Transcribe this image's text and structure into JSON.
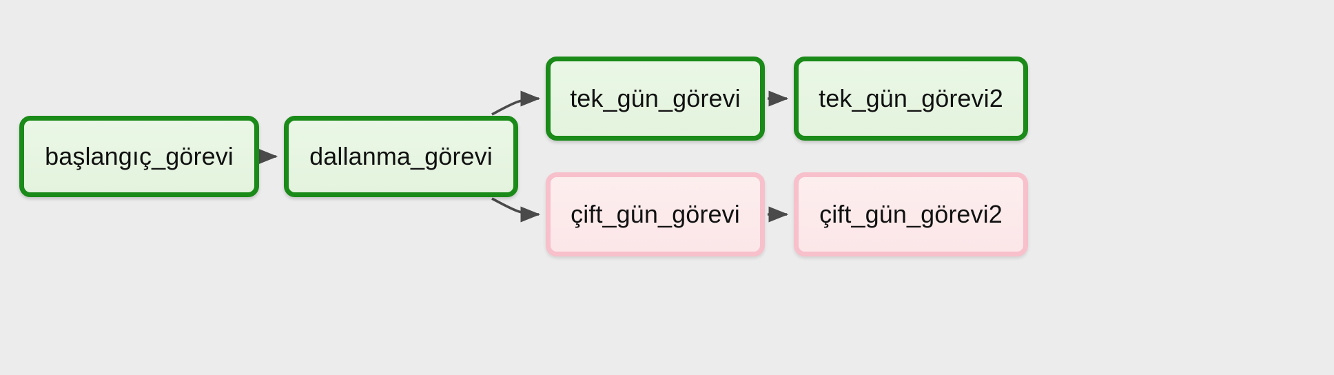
{
  "diagram": {
    "type": "flowchart",
    "direction": "left-to-right",
    "background_color": "#ececec",
    "nodes": [
      {
        "id": "baslangic_gorevi",
        "label": "başlangıç_görevi",
        "status": "success",
        "fill_color": "#e6f4e1",
        "border_color": "#1a8a18",
        "text_color": "#111111"
      },
      {
        "id": "dallanma_gorevi",
        "label": "dallanma_görevi",
        "status": "success",
        "fill_color": "#e6f4e1",
        "border_color": "#1a8a18",
        "text_color": "#111111"
      },
      {
        "id": "tek_gun_gorevi",
        "label": "tek_gün_görevi",
        "status": "success",
        "fill_color": "#e6f4e1",
        "border_color": "#1a8a18",
        "text_color": "#111111"
      },
      {
        "id": "tek_gun_gorevi2",
        "label": "tek_gün_görevi2",
        "status": "success",
        "fill_color": "#e6f4e1",
        "border_color": "#1a8a18",
        "text_color": "#111111"
      },
      {
        "id": "cift_gun_gorevi",
        "label": "çift_gün_görevi",
        "status": "skipped",
        "fill_color": "#fbe9ea",
        "border_color": "#f7c0cb",
        "text_color": "#111111"
      },
      {
        "id": "cift_gun_gorevi2",
        "label": "çift_gün_görevi2",
        "status": "skipped",
        "fill_color": "#fbe9ea",
        "border_color": "#f7c0cb",
        "text_color": "#111111"
      }
    ],
    "edges": [
      {
        "id": "edge-1",
        "from": "baslangic_gorevi",
        "to": "dallanma_gorevi",
        "shape": "straight",
        "color": "#4a4a4a"
      },
      {
        "id": "edge-2",
        "from": "dallanma_gorevi",
        "to": "tek_gun_gorevi",
        "shape": "curved-up",
        "color": "#4a4a4a"
      },
      {
        "id": "edge-3",
        "from": "dallanma_gorevi",
        "to": "cift_gun_gorevi",
        "shape": "curved-down",
        "color": "#4a4a4a"
      },
      {
        "id": "edge-4",
        "from": "tek_gun_gorevi",
        "to": "tek_gun_gorevi2",
        "shape": "straight",
        "color": "#4a4a4a"
      },
      {
        "id": "edge-5",
        "from": "cift_gun_gorevi",
        "to": "cift_gun_gorevi2",
        "shape": "straight",
        "color": "#4a4a4a"
      }
    ]
  }
}
